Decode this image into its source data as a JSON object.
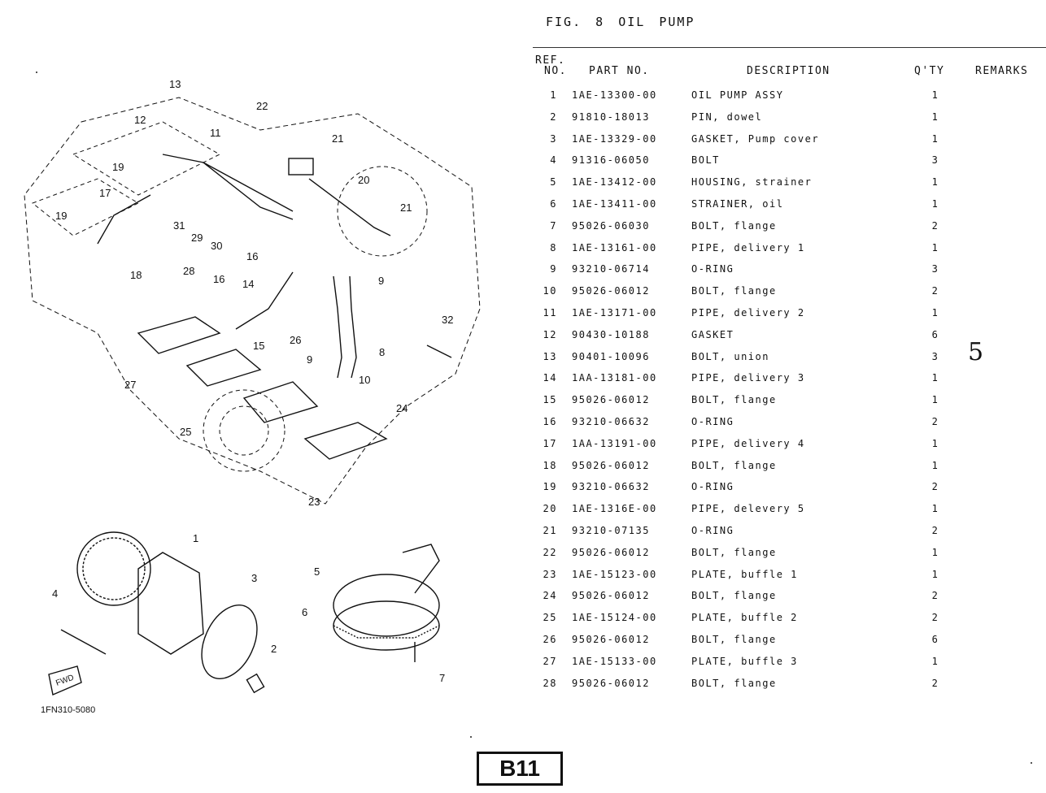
{
  "figure": {
    "title": "FIG. 8 OIL PUMP"
  },
  "columns": {
    "ref_line1": "REF.",
    "ref_line2": "NO.",
    "part_no": "PART NO.",
    "description": "DESCRIPTION",
    "qty": "Q'TY",
    "remarks": "REMARKS"
  },
  "rows": [
    {
      "ref": "1",
      "part_no": "1AE-13300-00",
      "description": "OIL PUMP ASSY",
      "qty": "1"
    },
    {
      "ref": "2",
      "part_no": "91810-18013",
      "description": "PIN, dowel",
      "qty": "1"
    },
    {
      "ref": "3",
      "part_no": "1AE-13329-00",
      "description": "GASKET, Pump cover",
      "qty": "1"
    },
    {
      "ref": "4",
      "part_no": "91316-06050",
      "description": "BOLT",
      "qty": "3"
    },
    {
      "ref": "5",
      "part_no": "1AE-13412-00",
      "description": "HOUSING, strainer",
      "qty": "1"
    },
    {
      "ref": "6",
      "part_no": "1AE-13411-00",
      "description": "STRAINER, oil",
      "qty": "1"
    },
    {
      "ref": "7",
      "part_no": "95026-06030",
      "description": "BOLT, flange",
      "qty": "2"
    },
    {
      "ref": "8",
      "part_no": "1AE-13161-00",
      "description": "PIPE, delivery 1",
      "qty": "1"
    },
    {
      "ref": "9",
      "part_no": "93210-06714",
      "description": "O-RING",
      "qty": "3"
    },
    {
      "ref": "10",
      "part_no": "95026-06012",
      "description": "BOLT, flange",
      "qty": "2"
    },
    {
      "ref": "11",
      "part_no": "1AE-13171-00",
      "description": "PIPE, delivery 2",
      "qty": "1"
    },
    {
      "ref": "12",
      "part_no": "90430-10188",
      "description": "GASKET",
      "qty": "6"
    },
    {
      "ref": "13",
      "part_no": "90401-10096",
      "description": "BOLT, union",
      "qty": "3"
    },
    {
      "ref": "14",
      "part_no": "1AA-13181-00",
      "description": "PIPE, delivery 3",
      "qty": "1"
    },
    {
      "ref": "15",
      "part_no": "95026-06012",
      "description": "BOLT, flange",
      "qty": "1"
    },
    {
      "ref": "16",
      "part_no": "93210-06632",
      "description": "O-RING",
      "qty": "2"
    },
    {
      "ref": "17",
      "part_no": "1AA-13191-00",
      "description": "PIPE, delivery 4",
      "qty": "1"
    },
    {
      "ref": "18",
      "part_no": "95026-06012",
      "description": "BOLT, flange",
      "qty": "1"
    },
    {
      "ref": "19",
      "part_no": "93210-06632",
      "description": "O-RING",
      "qty": "2"
    },
    {
      "ref": "20",
      "part_no": "1AE-1316E-00",
      "description": "PIPE, delevery 5",
      "qty": "1"
    },
    {
      "ref": "21",
      "part_no": "93210-07135",
      "description": "O-RING",
      "qty": "2"
    },
    {
      "ref": "22",
      "part_no": "95026-06012",
      "description": "BOLT, flange",
      "qty": "1"
    },
    {
      "ref": "23",
      "part_no": "1AE-15123-00",
      "description": "PLATE, buffle 1",
      "qty": "1"
    },
    {
      "ref": "24",
      "part_no": "95026-06012",
      "description": "BOLT, flange",
      "qty": "2"
    },
    {
      "ref": "25",
      "part_no": "1AE-15124-00",
      "description": "PLATE, buffle 2",
      "qty": "2"
    },
    {
      "ref": "26",
      "part_no": "95026-06012",
      "description": "BOLT, flange",
      "qty": "6"
    },
    {
      "ref": "27",
      "part_no": "1AE-15133-00",
      "description": "PLATE, buffle 3",
      "qty": "1"
    },
    {
      "ref": "28",
      "part_no": "95026-06012",
      "description": "BOLT, flange",
      "qty": "2"
    }
  ],
  "handwritten_note": "5",
  "diagram": {
    "callouts": [
      "13",
      "12",
      "11",
      "22",
      "21",
      "20",
      "21",
      "19",
      "17",
      "19",
      "31",
      "29",
      "30",
      "18",
      "16",
      "28",
      "16",
      "14",
      "9",
      "32",
      "15",
      "26",
      "9",
      "8",
      "10",
      "27",
      "24",
      "25",
      "23",
      "1",
      "3",
      "4",
      "2",
      "5",
      "6",
      "7"
    ],
    "fwd_label": "FWD",
    "catalog_code": "1FN310-5080"
  },
  "page_label": "B11"
}
